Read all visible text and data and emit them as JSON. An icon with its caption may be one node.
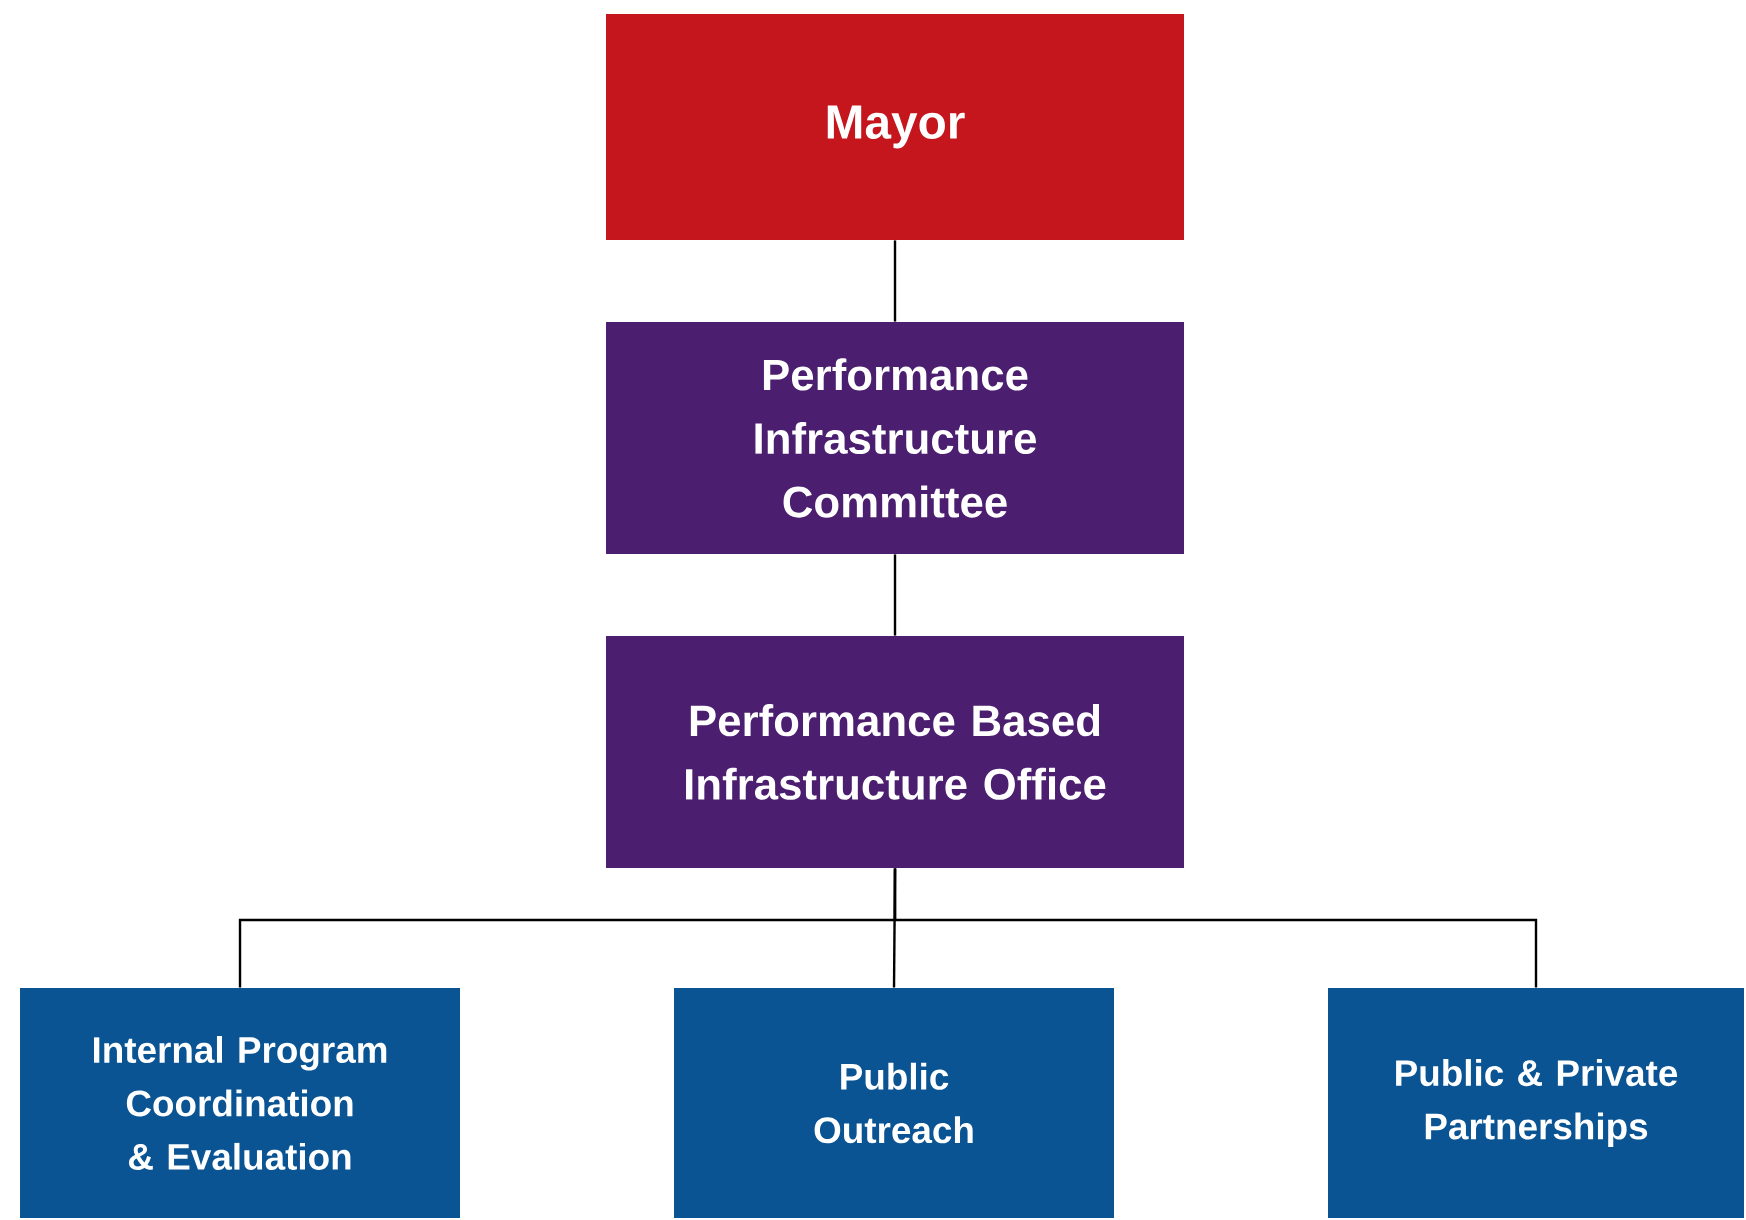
{
  "diagram": {
    "nodes": [
      {
        "text": [
          "Mayor"
        ]
      },
      {
        "text": [
          "Performance Infrastructure Committee"
        ]
      },
      {
        "text": [
          "Performance Based Infrastructure Office"
        ]
      },
      {
        "text": [
          "Internal Program Coordination & Evaluation"
        ]
      },
      {
        "text": [
          "Public Outreach"
        ]
      },
      {
        "text": [
          "Public & Private Partnerships"
        ]
      }
    ],
    "edges": [
      {
        "from": 0,
        "to": 1,
        "arrow": "none"
      },
      {
        "from": 1,
        "to": 2,
        "arrow": "none"
      },
      {
        "from": 2,
        "to": 3,
        "arrow": "none"
      },
      {
        "from": 2,
        "to": 4,
        "arrow": "none"
      },
      {
        "from": 2,
        "to": 5,
        "arrow": "none"
      }
    ]
  }
}
